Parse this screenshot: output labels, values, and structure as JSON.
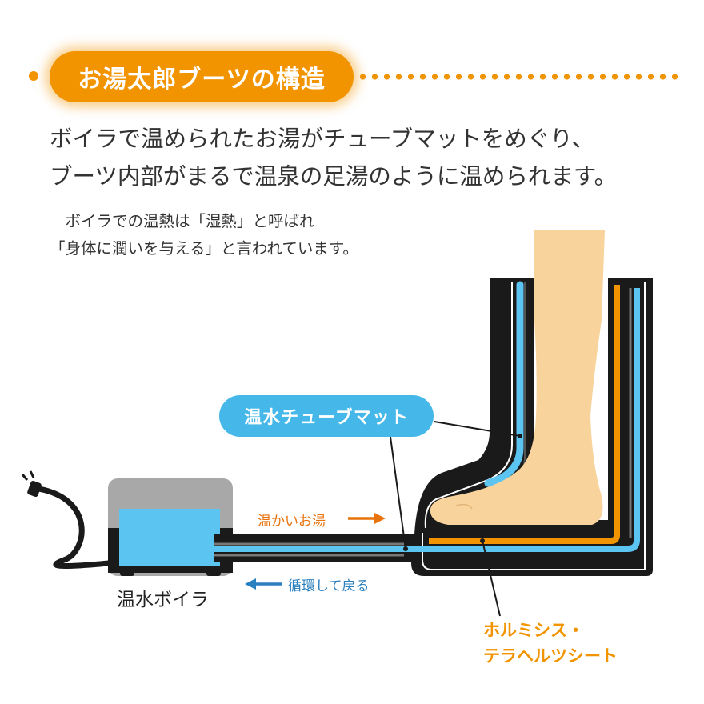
{
  "header": {
    "title": "お湯太郎ブーツの構造",
    "accent_color": "#f29400"
  },
  "lead": {
    "line1": "ボイラで温められたお湯がチューブマットをめぐり、",
    "line2": "ブーツ内部がまるで温泉の足湯のように温められます。"
  },
  "sub": {
    "line1": "　ボイラでの温熱は「湿熱」と呼ばれ",
    "line2": "「身体に潤いを与える」と言われています。"
  },
  "diagram": {
    "tube_mat_label": "温水チューブマット",
    "hot_water_label": "温かいお湯",
    "return_label": "循環して戻る",
    "boiler_label": "温水ボイラ",
    "sheet_label_line1": "ホルミシス・",
    "sheet_label_line2": "テラヘルツシート",
    "colors": {
      "tube_blue": "#5bc4f1",
      "label_blue": "#45b7e8",
      "sheet_orange": "#f29400",
      "skin": "#f9d39c",
      "boiler_gray": "#a8a8a8",
      "hot_arrow": "#e8730c",
      "return_arrow": "#2a7fbf"
    }
  }
}
